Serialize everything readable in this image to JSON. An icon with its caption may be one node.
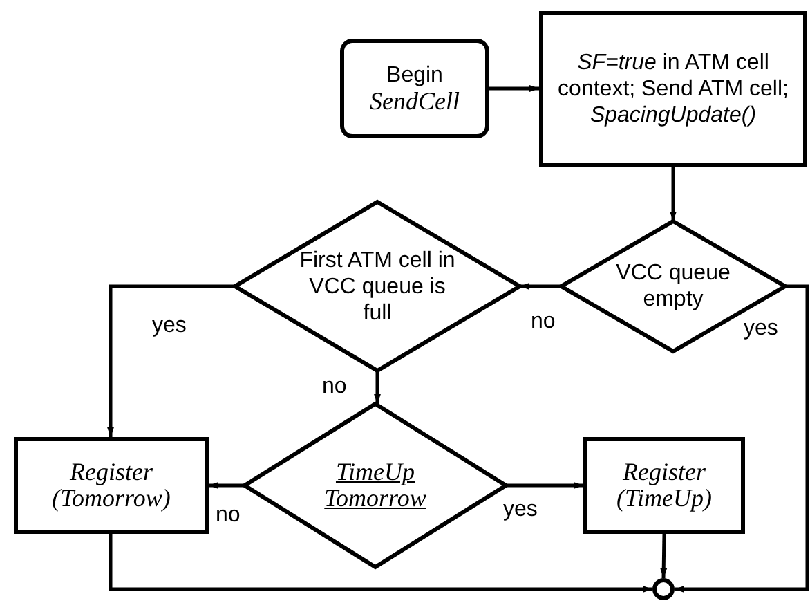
{
  "diagram": {
    "nodes": [
      {
        "text": [
          "Begin",
          "SendCell"
        ]
      },
      {
        "text": [
          "*SF=true* in ATM cell context; Send ATM cell; *SpacingUpdate()*"
        ]
      },
      {
        "text": [
          "VCC queue empty"
        ]
      },
      {
        "text": [
          "First ATM cell in VCC queue is full"
        ]
      },
      {
        "text": [
          "Register (Tomorrow)"
        ]
      },
      {
        "text": [
          "TimeUp",
          "Tomorrow"
        ]
      },
      {
        "text": [
          "Register (TimeUp)"
        ]
      },
      {
        "text": [],
        "shape": "circle"
      }
    ],
    "edges": [
      {
        "from": 0,
        "to": 1,
        "arrow": "to"
      },
      {
        "from": 1,
        "to": 2,
        "arrow": "to"
      },
      {
        "from": 2,
        "to": 3,
        "arrow": "to",
        "label": "no"
      },
      {
        "from": 2,
        "to": 7,
        "arrow": "to",
        "label": "yes"
      },
      {
        "from": 3,
        "to": 4,
        "arrow": "to",
        "label": "yes"
      },
      {
        "from": 3,
        "to": 5,
        "arrow": "to",
        "label": "no"
      },
      {
        "from": 5,
        "to": 4,
        "arrow": "to",
        "label": "no"
      },
      {
        "from": 5,
        "to": 6,
        "arrow": "to",
        "label": "yes"
      },
      {
        "from": 6,
        "to": 7,
        "arrow": "to"
      },
      {
        "from": 4,
        "to": 7,
        "arrow": "to"
      }
    ]
  }
}
